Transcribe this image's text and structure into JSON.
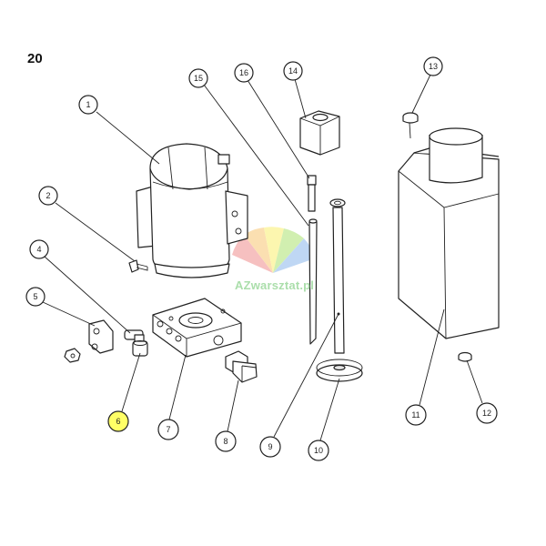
{
  "figure_number": "20",
  "watermark": "AZwarsztat.pl",
  "highlight_color": "#ffff66",
  "callouts": [
    {
      "label": "1"
    },
    {
      "label": "2"
    },
    {
      "label": "4"
    },
    {
      "label": "5"
    },
    {
      "label": "6",
      "highlighted": true
    },
    {
      "label": "7"
    },
    {
      "label": "8"
    },
    {
      "label": "9"
    },
    {
      "label": "10"
    },
    {
      "label": "11"
    },
    {
      "label": "12"
    },
    {
      "label": "13"
    },
    {
      "label": "14"
    },
    {
      "label": "15"
    },
    {
      "label": "16"
    }
  ]
}
